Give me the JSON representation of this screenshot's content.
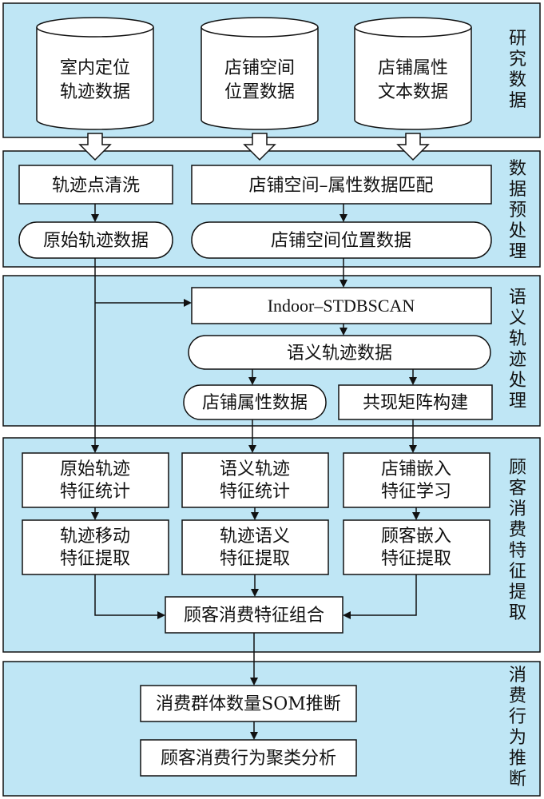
{
  "sections": {
    "research_data": [
      "研",
      "究",
      "数",
      "据"
    ],
    "preprocessing": [
      "数",
      "据",
      "预",
      "处",
      "理"
    ],
    "semantic": [
      "语",
      "义",
      "轨",
      "迹",
      "处",
      "理"
    ],
    "features": [
      "顾",
      "客",
      "消",
      "费",
      "特",
      "征",
      "提",
      "取"
    ],
    "inference": [
      "消",
      "费",
      "行",
      "为",
      "推",
      "断"
    ]
  },
  "data_sources": {
    "indoor": [
      "室内定位",
      "轨迹数据"
    ],
    "spatial": [
      "店铺空间",
      "位置数据"
    ],
    "attribute": [
      "店铺属性",
      "文本数据"
    ]
  },
  "preprocessing": {
    "clean": "轨迹点清洗",
    "raw": "原始轨迹数据",
    "match": "店铺空间–属性数据匹配",
    "shop_pos": "店铺空间位置数据"
  },
  "semantic": {
    "stdbscan": "Indoor–STDBSCAN",
    "sem_traj": "语义轨迹数据",
    "shop_attr": "店铺属性数据",
    "cooc": "共现矩阵构建"
  },
  "features": {
    "raw_stat": [
      "原始轨迹",
      "特征统计"
    ],
    "sem_stat": [
      "语义轨迹",
      "特征统计"
    ],
    "embed": [
      "店铺嵌入",
      "特征学习"
    ],
    "move": [
      "轨迹移动",
      "特征提取"
    ],
    "sem_extract": [
      "轨迹语义",
      "特征提取"
    ],
    "cust_embed": [
      "顾客嵌入",
      "特征提取"
    ],
    "combine": "顾客消费特征组合"
  },
  "inference": {
    "som": "消费群体数量SOM推断",
    "cluster": "顾客消费行为聚类分析"
  }
}
